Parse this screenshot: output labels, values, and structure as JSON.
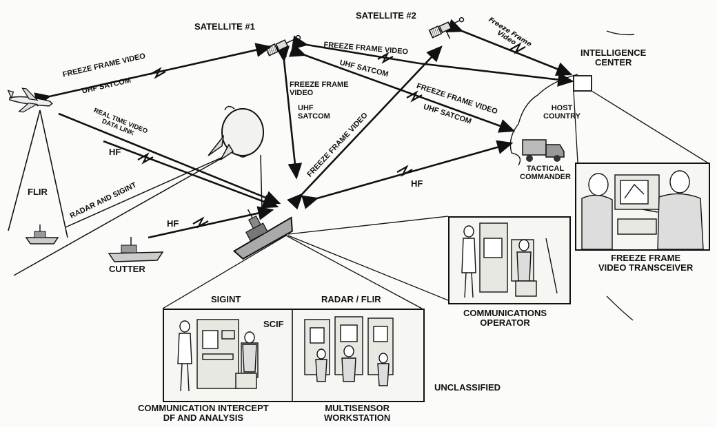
{
  "nodes": {
    "satellite1": "SATELLITE #1",
    "satellite2": "SATELLITE #2",
    "intelligence_center": [
      "INTELLIGENCE",
      "CENTER"
    ],
    "host_country": [
      "HOST",
      "COUNTRY"
    ],
    "tactical_commander": [
      "TACTICAL",
      "COMMANDER"
    ],
    "flir": "FLIR",
    "cutter": "CUTTER"
  },
  "links": {
    "aircraft_sat1_video": "FREEZE FRAME VIDEO",
    "aircraft_sat1_uhf": "UHF SATCOM",
    "realtime": [
      "REAL TIME VIDEO",
      "DATA LINK"
    ],
    "hf_aircraft": "HF",
    "radar_sigint": "RADAR AND SIGINT",
    "hf_cutter": "HF",
    "sat1_ship_video": [
      "FREEZE FRAME",
      "VIDEO"
    ],
    "sat1_ship_uhf": [
      "UHF",
      "SATCOM"
    ],
    "sat1_ic_video": "FREEZE FRAME VIDEO",
    "sat1_ic_uhf": "UHF SATCOM",
    "sat1_tc_video": "FREEZE FRAME VIDEO",
    "sat1_tc_uhf": "UHF SATCOM",
    "ship_sat2_video": "FREEZE FRAME VIDEO",
    "sat2_ic_video": [
      "Freeze Frame",
      "Video"
    ],
    "hf_tactical": "HF"
  },
  "panels": {
    "sigint": "SIGINT",
    "scif": "SCIF",
    "radar_flir": "RADAR / FLIR",
    "comm_intercept": [
      "COMMUNICATION INTERCEPT",
      "DF AND ANALYSIS"
    ],
    "multisensor": [
      "MULTISENSOR",
      "WORKSTATION"
    ],
    "comms_operator": [
      "COMMUNICATIONS",
      "OPERATOR"
    ],
    "transceiver": [
      "FREEZE FRAME",
      "VIDEO TRANSCEIVER"
    ]
  },
  "classification": "UNCLASSIFIED"
}
